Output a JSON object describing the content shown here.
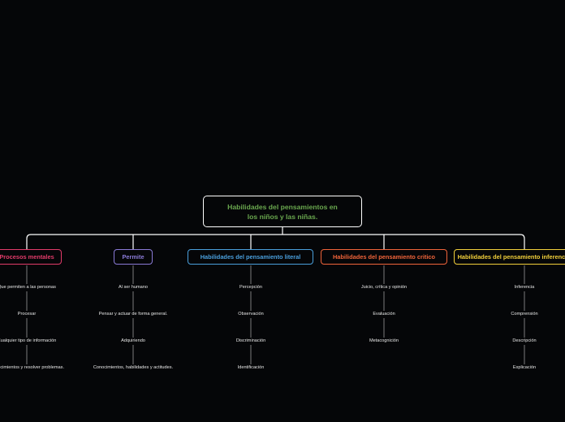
{
  "root": {
    "title": "Habilidades del pensamientos en los niños y las niñas.",
    "color": "#6aa84f"
  },
  "branches": [
    {
      "label": "Procesos mentales",
      "color": "#e23b6a",
      "items": [
        "Que permiten a las personas",
        "Procesar",
        "Cualquier tipo de información",
        "Conocimientos y resolver problemas."
      ]
    },
    {
      "label": "Permite",
      "color": "#8a7ad6",
      "items": [
        "Al ser humano",
        "Pensar y actuar de forma general.",
        "Adquiriendo",
        "Conocimientos, habilidades y actitudes."
      ]
    },
    {
      "label": "Habilidades del pensamiento literal",
      "color": "#4a9fdc",
      "items": [
        "Percepción",
        "Observación",
        "Discriminación",
        "Identificación"
      ]
    },
    {
      "label": "Habilidades del pensamiento critico",
      "color": "#f0643a",
      "items": [
        "Juicio, crítica y opinión",
        "Evaluación",
        "Metacognición"
      ]
    },
    {
      "label": "Habilidades del pensamiento inferencial",
      "color": "#f2d03b",
      "items": [
        "Inferencia",
        "Comprensión",
        "Descripción",
        "Explicación"
      ]
    }
  ],
  "colors": {
    "background": "#050608",
    "connector": "#ffffff",
    "leaf_connector": "#9a9a9a",
    "leaf_text": "#e8e8e8"
  }
}
